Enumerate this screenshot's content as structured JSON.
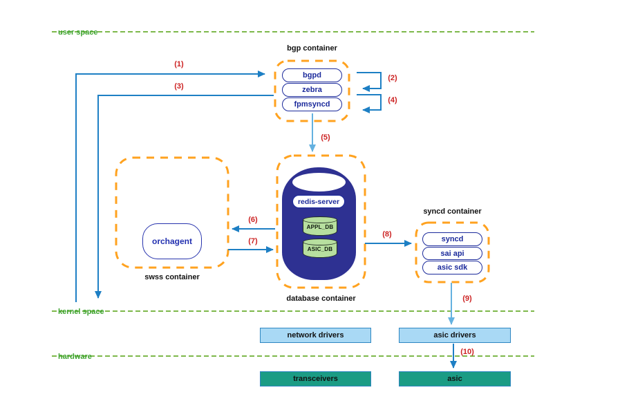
{
  "regions": {
    "user_space": "user space",
    "kernel_space": "kernel space",
    "hardware": "hardware"
  },
  "containers": {
    "bgp": {
      "title": "bgp container",
      "processes": [
        "bgpd",
        "zebra",
        "fpmsyncd"
      ]
    },
    "database": {
      "title": "database container",
      "server": "redis-server",
      "databases": [
        "APPL_DB",
        "ASIC_DB"
      ]
    },
    "swss": {
      "title": "swss container",
      "processes": [
        "orchagent"
      ]
    },
    "syncd": {
      "title": "syncd container",
      "processes": [
        "syncd",
        "sai api",
        "asic sdk"
      ]
    }
  },
  "kernel_boxes": {
    "network_drivers": "network drivers",
    "asic_drivers": "asic drivers"
  },
  "hardware_boxes": {
    "transceivers": "transceivers",
    "asic": "asic"
  },
  "flow_labels": {
    "f1": "(1)",
    "f2": "(2)",
    "f3": "(3)",
    "f4": "(4)",
    "f5": "(5)",
    "f6": "(6)",
    "f7": "(7)",
    "f8": "(8)",
    "f9": "(9)",
    "f10": "(10)"
  },
  "colors": {
    "region_text": "#3da32f",
    "region_line": "#7db84a",
    "container_border": "#ffa21f",
    "arrow": "#1d7fc4",
    "arrow_light": "#64b1e0",
    "flow_label": "#cc2222",
    "process_border": "#1b2a9b",
    "redis_cylinder": "#2e3192",
    "small_db_fill": "#b7df9f",
    "kernel_box_fill": "#a9d9f5",
    "kernel_box_border": "#2e86c1",
    "hardware_box_fill": "#1b9c84"
  }
}
